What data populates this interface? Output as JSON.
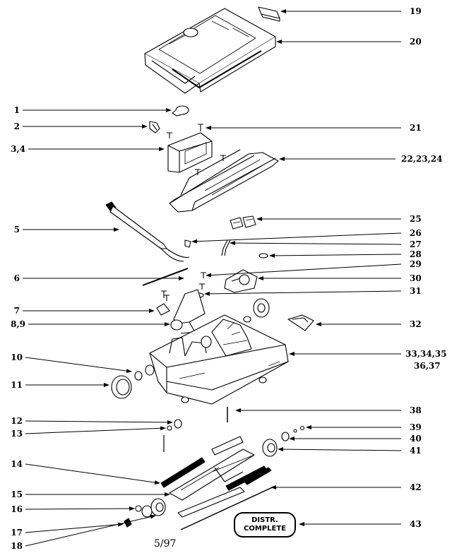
{
  "left_callouts": [
    "1",
    "2",
    "3,4",
    "5",
    "6",
    "7",
    "8,9",
    "10",
    "11",
    "12",
    "13",
    "14",
    "15",
    "16",
    "17",
    "18"
  ],
  "right_callouts": [
    "19",
    "20",
    "21",
    "22,23,24",
    "25",
    "26",
    "27",
    "28",
    "29",
    "30",
    "31",
    "32",
    "33,34,35",
    "36,37",
    "38",
    "39",
    "40",
    "41",
    "42",
    "43"
  ],
  "stamp": {
    "line1": "DISTR.",
    "line2": "COMPLETE"
  },
  "date_code": "5/97"
}
